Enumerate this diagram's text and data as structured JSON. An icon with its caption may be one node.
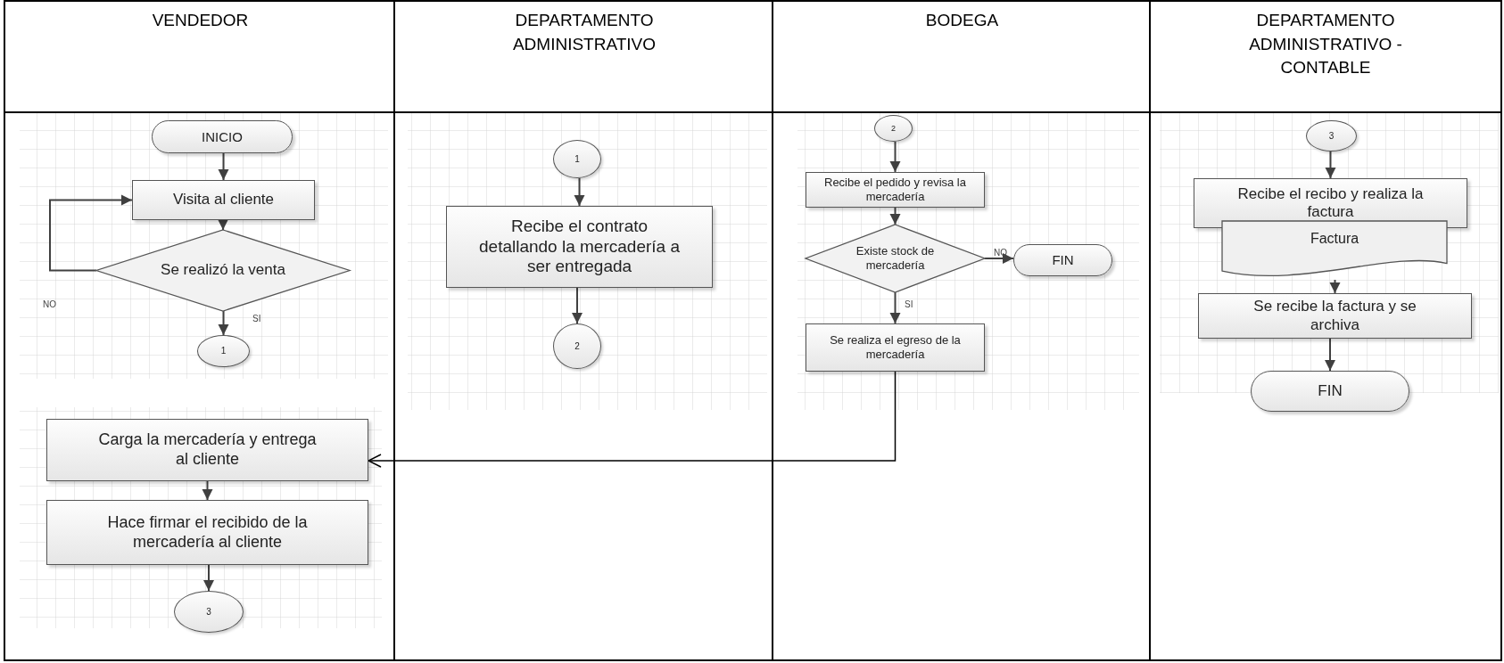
{
  "diagram": {
    "nodes": [
      {
        "text": [
          "VENDEDOR"
        ]
      },
      {
        "text": [
          "DEPARTAMENTO ADMINISTRATIVO"
        ]
      },
      {
        "text": [
          "BODEGA"
        ]
      },
      {
        "text": [
          "DEPARTAMENTO ADMINISTRATIVO - CONTABLE"
        ]
      },
      {
        "text": [
          "INICIO"
        ],
        "in": 0
      },
      {
        "text": [
          "Visita al cliente"
        ],
        "in": 0
      },
      {
        "text": [
          "Se realizó la venta"
        ],
        "in": 0
      },
      {
        "text": [
          "1"
        ],
        "in": 0
      },
      {
        "text": [
          "Carga la mercadería y entrega al cliente"
        ],
        "in": 0
      },
      {
        "text": [
          "Hace firmar el recibido de la mercadería al cliente"
        ],
        "in": 0
      },
      {
        "text": [
          "3"
        ],
        "in": 0
      },
      {
        "text": [
          "1"
        ],
        "in": 1
      },
      {
        "text": [
          "Recibe el contrato detallando la mercadería a ser entregada"
        ],
        "in": 1
      },
      {
        "text": [
          "2"
        ],
        "in": 1
      },
      {
        "text": [
          "2"
        ],
        "in": 2
      },
      {
        "text": [
          "Recibe el pedido y revisa la mercadería"
        ],
        "in": 2
      },
      {
        "text": [
          "Existe stock de mercadería"
        ],
        "in": 2
      },
      {
        "text": [
          "FIN"
        ],
        "in": 2
      },
      {
        "text": [
          "Se realiza el egreso de la mercadería"
        ],
        "in": 2
      },
      {
        "text": [
          "3"
        ],
        "in": 3
      },
      {
        "text": [
          "Recibe el recibo y realiza la factura"
        ],
        "in": 3
      },
      {
        "text": [
          "Factura"
        ],
        "in": 3
      },
      {
        "text": [
          "Se recibe la factura y se archiva"
        ],
        "in": 3
      },
      {
        "text": [
          "FIN"
        ],
        "in": 3
      }
    ],
    "edges": [
      {
        "from": 4,
        "to": 5,
        "arrow": "to"
      },
      {
        "from": 5,
        "to": 6,
        "arrow": "to"
      },
      {
        "from": 6,
        "to": 5,
        "arrow": "to",
        "label": "NO"
      },
      {
        "from": 6,
        "to": 7,
        "arrow": "to",
        "label": "SI"
      },
      {
        "from": 11,
        "to": 12,
        "arrow": "to"
      },
      {
        "from": 12,
        "to": 13,
        "arrow": "to"
      },
      {
        "from": 14,
        "to": 15,
        "arrow": "to"
      },
      {
        "from": 15,
        "to": 16,
        "arrow": "to"
      },
      {
        "from": 16,
        "to": 17,
        "arrow": "to",
        "label": "NO"
      },
      {
        "from": 16,
        "to": 18,
        "arrow": "to",
        "label": "SI"
      },
      {
        "from": 18,
        "to": 8,
        "arrow": "to",
        "color": "#000000"
      },
      {
        "from": 8,
        "to": 9,
        "arrow": "to"
      },
      {
        "from": 9,
        "to": 10,
        "arrow": "to"
      },
      {
        "from": 19,
        "to": 20,
        "arrow": "to"
      },
      {
        "from": 21,
        "to": 22,
        "arrow": "to"
      },
      {
        "from": 22,
        "to": 23,
        "arrow": "to"
      }
    ]
  }
}
